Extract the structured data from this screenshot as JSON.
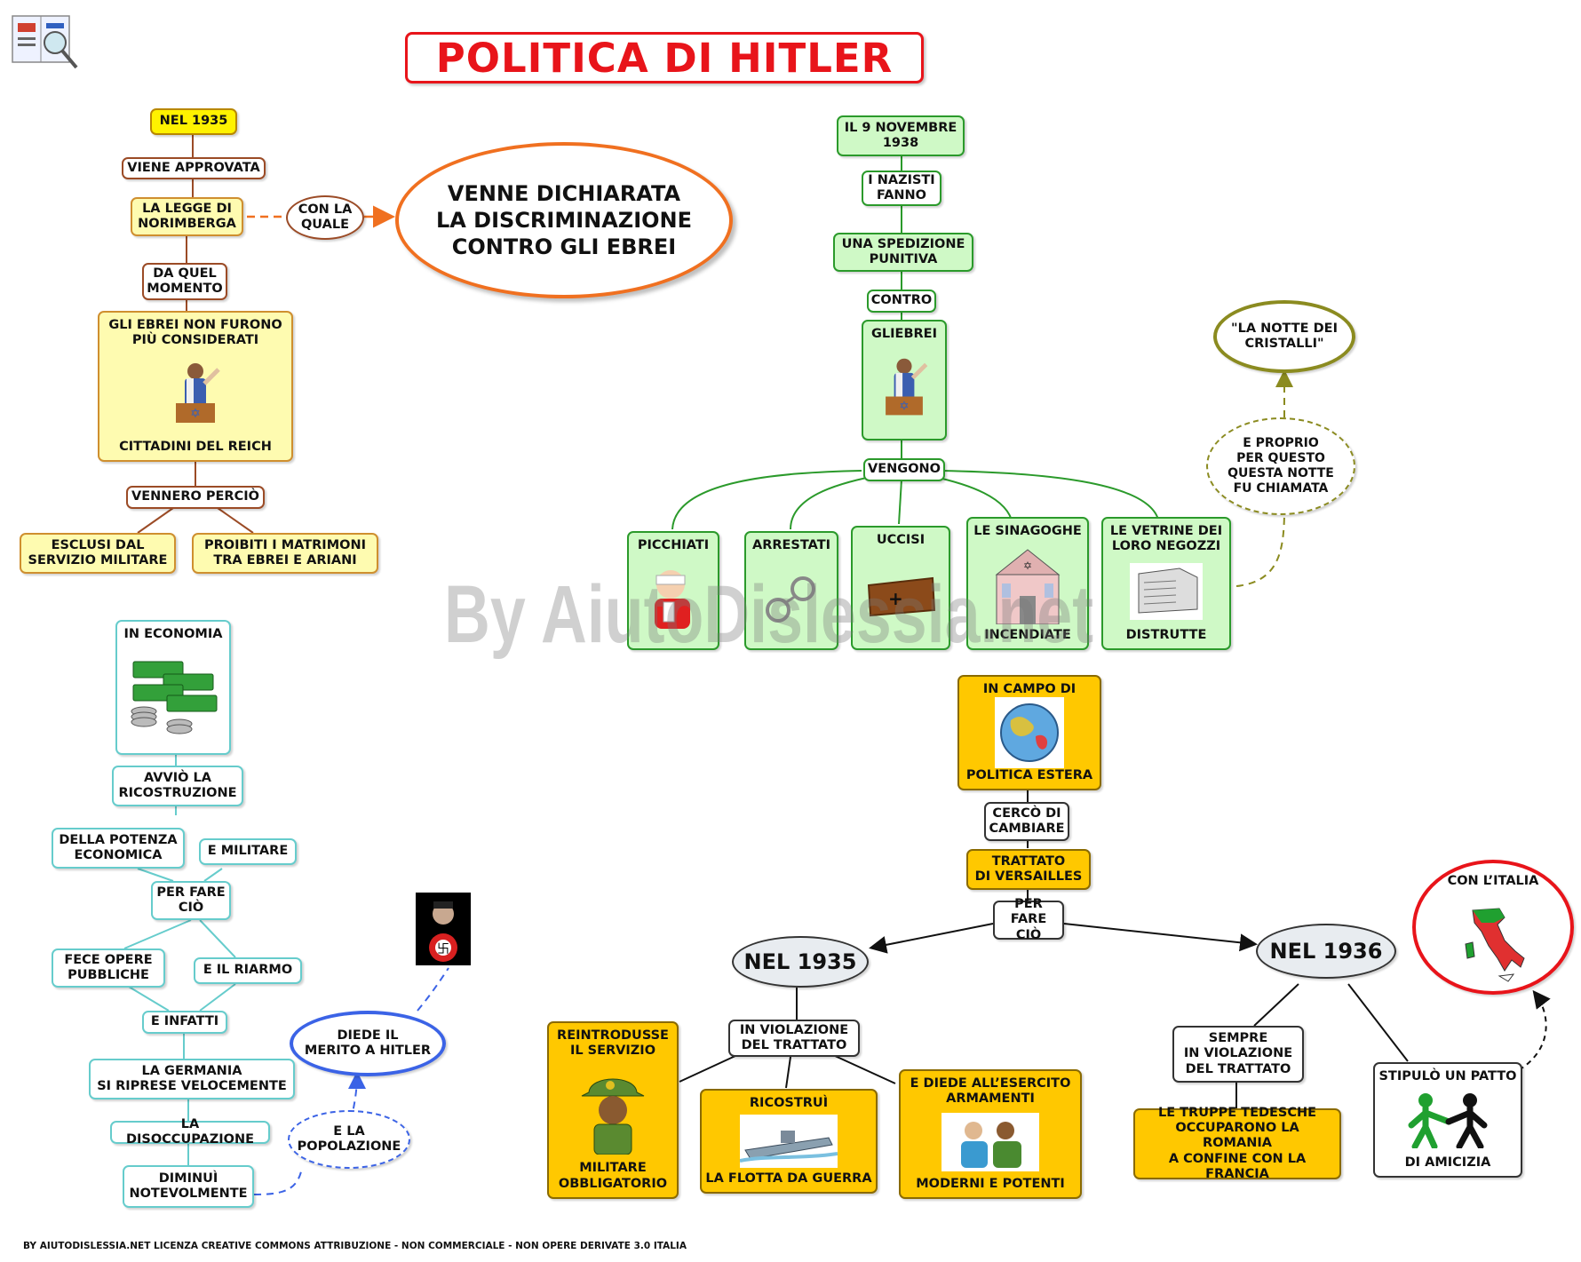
{
  "title": "POLITICA DI HITLER",
  "watermark": "By AiutoDislessia.net",
  "footer": "BY AIUTODISLESSIA.NET LICENZA CREATIVE COMMONS ATTRIBUZIONE - NON COMMERCIALE - NON OPERE DERIVATE 3.0 ITALIA",
  "logo_icon": "book-magnifier-logo",
  "left_top": {
    "nel1935": "NEL 1935",
    "viene_approvata": "VIENE APPROVATA",
    "legge": "LA LEGGE DI\nNORIMBERGA",
    "con_la_quale": "CON LA\nQUALE",
    "discriminazione": "VENNE DICHIARATA\nLA DISCRIMINAZIONE\nCONTRO GLI EBREI",
    "da_quel": "DA QUEL\nMOMENTO",
    "non_considerati": "GLI EBREI NON FURONO\nPIÙ CONSIDERATI",
    "cittadini": "CITTADINI DEL REICH",
    "vennero_percio": "VENNERO PERCIÒ",
    "esclusi": "ESCLUSI DAL\nSERVIZIO MILITARE",
    "proibiti": "PROIBITI I MATRIMONI\nTRA EBREI E ARIANI"
  },
  "right_top": {
    "nov1938": "IL 9 NOVEMBRE\n1938",
    "nazisti": "I NAZISTI\nFANNO",
    "spedizione": "UNA SPEDIZIONE\nPUNITIVA",
    "contro": "CONTRO",
    "gliebrei": "GLIEBREI",
    "vengono": "VENGONO",
    "picchiati": "PICCHIATI",
    "arrestati": "ARRESTATI",
    "uccisi": "UCCISI",
    "sinagoghe": "LE SINAGOGHE",
    "incendiate": "INCENDIATE",
    "vetrine": "LE VETRINE DEI\nLORO NEGOZZI",
    "distrutte": "DISTRUTTE",
    "proprio": "E PROPRIO\nPER QUESTO\nQUESTA  NOTTE\nFU CHIAMATA",
    "notte": "\"LA NOTTE DEI\nCRISTALLI\""
  },
  "economy": {
    "in_economia": "IN ECONOMIA",
    "avvio": "AVVIÒ LA\nRICOSTRUZIONE",
    "potenza": "DELLA POTENZA\nECONOMICA",
    "militare": "E MILITARE",
    "per_fare": "PER FARE\nCIÒ",
    "opere": "FECE  OPERE\nPUBBLICHE",
    "riarmo": "E IL RIARMO",
    "infatti": "E INFATTI",
    "germania": "LA GERMANIA\nSI RIPRESE VELOCEMENTE",
    "disoccupazione": "LA DISOCCUPAZIONE",
    "diminui": "DIMINUÌ\nNOTEVOLMENTE",
    "popolazione": "E LA\nPOPOLAZIONE",
    "merito": "DIEDE IL\nMERITO A HITLER"
  },
  "foreign": {
    "campo": "IN CAMPO DI",
    "estera": "POLITICA ESTERA",
    "cerco": "CERCÒ DI\nCAMBIARE",
    "trattato": "TRATTATO\nDI VERSAILLES",
    "per_fare": "PER FARE\nCIÒ",
    "nel1935": "NEL 1935",
    "nel1936": "NEL 1936",
    "violazione1": "IN VIOLAZIONE\nDEL TRATTATO",
    "reintrodusse": "REINTRODUSSE\nIL SERVIZIO",
    "obbligatorio": "MILITARE\nOBBLIGATORIO",
    "ricostrui": "RICOSTRUÌ",
    "flotta": "LA FLOTTA DA GUERRA",
    "diede": "E DIEDE ALL’ESERCITO\nARMAMENTI",
    "moderni": "MODERNI E POTENTI",
    "sempre": "SEMPRE\nIN VIOLAZIONE\nDEL TRATTATO",
    "truppe": "LE TRUPPE TEDESCHE\nOCCUPARONO LA ROMANIA\nA CONFINE CON LA\nFRANCIA",
    "stipulo": "STIPULÒ UN PATTO",
    "amicizia": "DI AMICIZIA",
    "italia": "CON L’ITALIA"
  },
  "colors": {
    "title_red": "#e8141a",
    "orange_link": "#f07020",
    "brown": "#9b4b26",
    "green": "#2b9a2b",
    "teal": "#66cccc",
    "gold": "#ffc800",
    "olive": "#8b8b20",
    "blue": "#3b63e6"
  }
}
